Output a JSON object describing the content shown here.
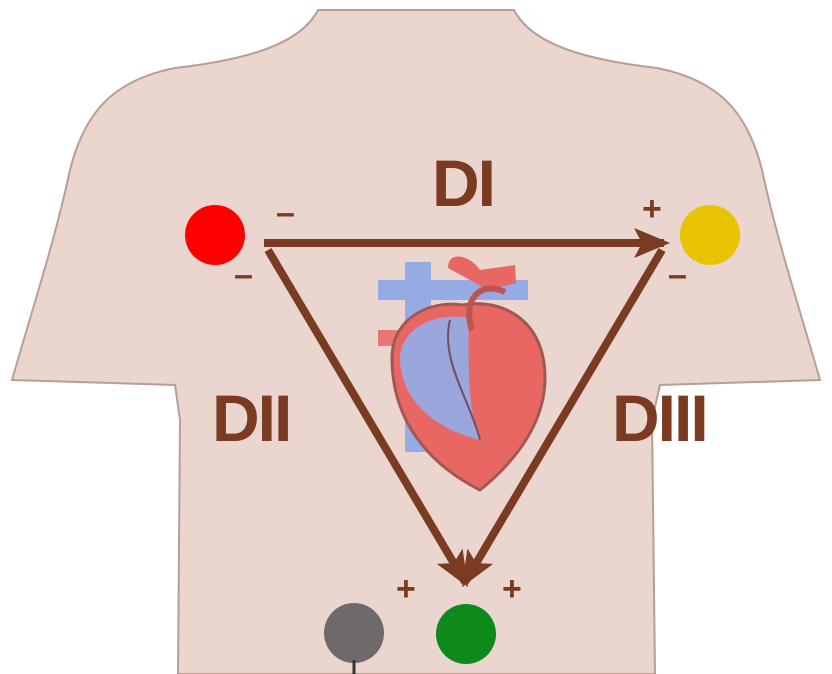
{
  "colors": {
    "skin": "#ead6cf",
    "skin_outline": "#b99e95",
    "arrow": "#7a3b22",
    "electrode_right_arm": "#ff0000",
    "electrode_left_arm": "#e8c400",
    "electrode_left_leg": "#0e8a1c",
    "electrode_ground": "#6f6a69",
    "heart_red": "#e85b57",
    "heart_blue": "#8ea6e6"
  },
  "leads": {
    "d1": "DI",
    "d2": "DII",
    "d3": "DIII"
  },
  "polarity": {
    "negative": "–",
    "positive": "+"
  },
  "icons": {
    "heart": "heart-anatomy-icon",
    "electrode": "electrode-icon"
  }
}
